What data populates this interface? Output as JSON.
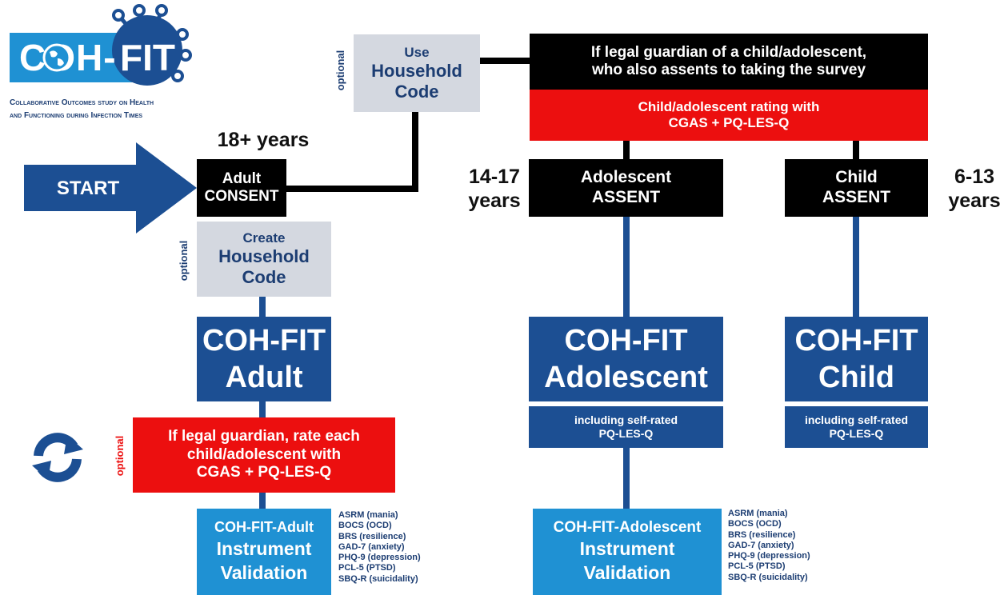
{
  "logo": {
    "text_left": "COH-",
    "text_right": "FIT",
    "subtitle_line1": "Collaborative Outcomes study on Health",
    "subtitle_line2": "and Functioning during Infection Times",
    "brand_color": "#1f91d3"
  },
  "start": {
    "label": "START"
  },
  "adult": {
    "age_label": "18+ years",
    "consent": [
      "Adult",
      "CONSENT"
    ],
    "optional_label": "optional",
    "create_code": [
      "Create",
      "Household",
      "Code"
    ],
    "survey": [
      "COH-FIT",
      "Adult"
    ],
    "guardian_box": [
      "If legal guardian, rate each",
      "child/adolescent with",
      "CGAS + PQ-LES-Q"
    ],
    "guardian_optional": "optional",
    "validation": [
      "COH-FIT-Adult",
      "Instrument",
      "Validation"
    ],
    "measures": [
      "ASRM (mania)",
      "BOCS (OCD)",
      "BRS (resilience)",
      "GAD-7 (anxiety)",
      "PHQ-9 (depression)",
      "PCL-5 (PTSD)",
      "SBQ-R (suicidality)"
    ]
  },
  "household": {
    "optional_label": "optional",
    "use_code": [
      "Use",
      "Household",
      "Code"
    ]
  },
  "guardian": {
    "title": [
      "If legal guardian of a child/adolescent,",
      "who also assents to taking the survey"
    ],
    "rating": [
      "Child/adolescent rating with",
      "CGAS + PQ-LES-Q"
    ]
  },
  "adolescent": {
    "age_label": [
      "14-17",
      "years"
    ],
    "assent": [
      "Adolescent",
      "ASSENT"
    ],
    "survey": [
      "COH-FIT",
      "Adolescent"
    ],
    "self_rated": [
      "including self-rated",
      "PQ-LES-Q"
    ],
    "validation": [
      "COH-FIT-Adolescent",
      "Instrument",
      "Validation"
    ],
    "measures": [
      "ASRM (mania)",
      "BOCS (OCD)",
      "BRS (resilience)",
      "GAD-7 (anxiety)",
      "PHQ-9 (depression)",
      "PCL-5 (PTSD)",
      "SBQ-R (suicidality)"
    ]
  },
  "child": {
    "age_label": [
      "6-13",
      "years"
    ],
    "assent": [
      "Child",
      "ASSENT"
    ],
    "survey": [
      "COH-FIT",
      "Child"
    ],
    "self_rated": [
      "including self-rated",
      "PQ-LES-Q"
    ]
  },
  "colors": {
    "navy": "#1c4f93",
    "red": "#ec0f0f",
    "cyan": "#1f91d3",
    "grey": "#d4d8e0",
    "black": "#000000"
  },
  "icons": [
    "globe-icon",
    "virus-icon",
    "refresh-icon",
    "arrow-right-icon"
  ]
}
